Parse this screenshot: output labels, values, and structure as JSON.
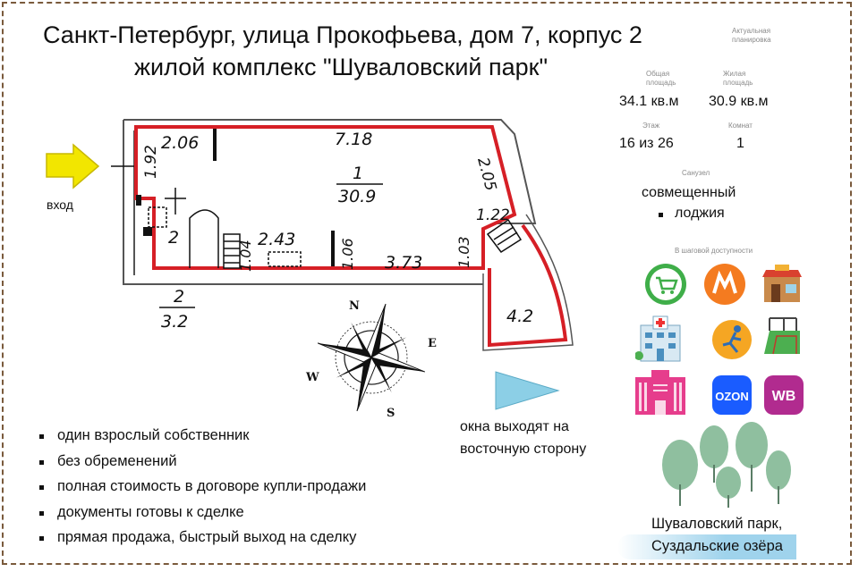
{
  "header": {
    "address_line": "Санкт-Петербург, улица Прокофьева, дом 7, корпус 2",
    "complex_line": "жилой комплекс \"Шуваловский парк\""
  },
  "plan_status": "Актуальная планировка",
  "specs": {
    "total_area_label": "Общая площадь",
    "total_area_value": "34.1 кв.м",
    "living_area_label": "Жилая площадь",
    "living_area_value": "30.9 кв.м",
    "floor_label": "Этаж",
    "floor_value": "16 из 26",
    "rooms_label": "Комнат",
    "rooms_value": "1",
    "bathroom_label": "Санузел",
    "bathroom_value": "совмещенный",
    "extra_item": "лоджия"
  },
  "floorplan": {
    "entrance_label": "вход",
    "dims": {
      "d206": "2.06",
      "d718": "7.18",
      "d192": "1.92",
      "d205": "2.05",
      "d122": "1.22",
      "d243": "2.43",
      "d104": "1.04",
      "d106": "1.06",
      "d373": "3.73",
      "d103": "1.03",
      "d42": "4.2"
    },
    "room1_number": "1",
    "room1_area": "30.9",
    "room2_number": "2",
    "room2_legend_number": "2",
    "room2_legend_area": "3.2"
  },
  "compass": {
    "n": "N",
    "e": "E",
    "s": "S",
    "w": "W"
  },
  "windows_note": "окна выходят на восточную сторону",
  "features": [
    "один взрослый собственник",
    "без обременений",
    "полная стоимость в договоре купли-продажи",
    "документы готовы к сделке",
    "прямая продажа, быстрый выход на сделку"
  ],
  "walking_distance_label": "В шаговой доступности",
  "icons": [
    "grocery-cart-icon",
    "metro-icon",
    "cafe-icon",
    "hospital-icon",
    "fitness-icon",
    "sports-ground-icon",
    "shopping-mall-icon",
    "ozon-icon",
    "wildberries-icon",
    "park-trees-icon"
  ],
  "brand_ozon": "OZON",
  "brand_wb": "WB",
  "park_caption": {
    "line1": "Шуваловский парк,",
    "line2": "Суздальские озёра"
  },
  "colors": {
    "outline_red": "#d61f26",
    "arrow_yellow": "#f2e600",
    "frame_brown": "#7a5a3c",
    "window_triangle": "#8ccfe6",
    "metro_orange": "#f47b20",
    "grocery_green": "#3fae49",
    "wb_purple": "#b12b8f",
    "ozon_blue": "#1a5cff"
  }
}
